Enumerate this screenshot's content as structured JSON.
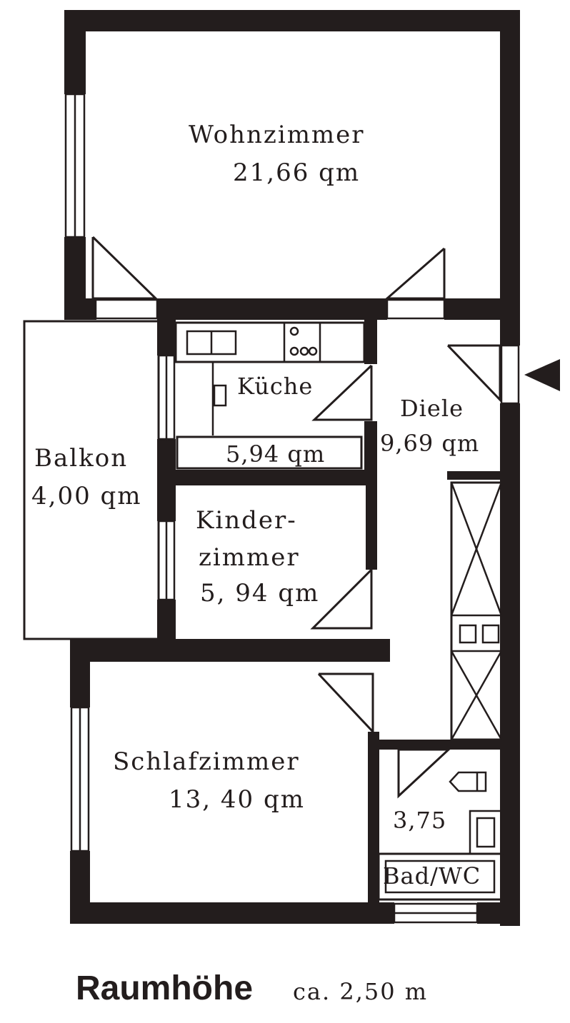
{
  "rooms": {
    "wohnzimmer": {
      "name": "Wohnzimmer",
      "area": "21,66 qm"
    },
    "kueche": {
      "name": "Küche",
      "area": "5,94 qm"
    },
    "diele": {
      "name": "Diele",
      "area": "9,69 qm"
    },
    "balkon": {
      "name": "Balkon",
      "area": "4,00 qm"
    },
    "kinderzimmer": {
      "name_line1": "Kinder-",
      "name_line2": "zimmer",
      "area": "5, 94 qm"
    },
    "schlafzimmer": {
      "name": "Schlafzimmer",
      "area": "13, 40 qm"
    },
    "bad": {
      "area": "3,75",
      "name": "Bad/WC"
    }
  },
  "footer": {
    "label": "Raumhöhe",
    "value": "ca. 2,50 m"
  },
  "colors": {
    "ink": "#231d1d",
    "paper": "#ffffff"
  }
}
